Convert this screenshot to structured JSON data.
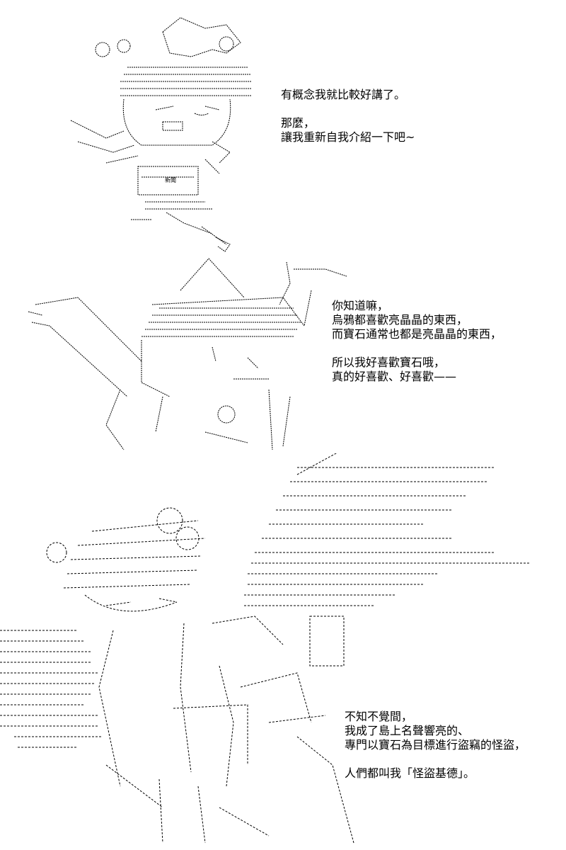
{
  "panels": [
    {
      "lines": [
        "有概念我就比較好講了。",
        "",
        "那麼，",
        "讓我重新自我介紹一下吧~"
      ],
      "art_labels": [
        "新聞"
      ]
    },
    {
      "lines": [
        "你知道嘛，",
        "烏鴉都喜歡亮晶晶的東西，",
        "而寶石通常也都是亮晶晶的東西，",
        "",
        "所以我好喜歡寶石哦，",
        "真的好喜歡、好喜歡——"
      ]
    },
    {
      "lines": [
        "不知不覺間，",
        "我成了島上名聲響亮的、",
        "專門以寶石為目標進行盜竊的怪盜，",
        "",
        "人們都叫我「怪盜基德」。"
      ]
    }
  ]
}
